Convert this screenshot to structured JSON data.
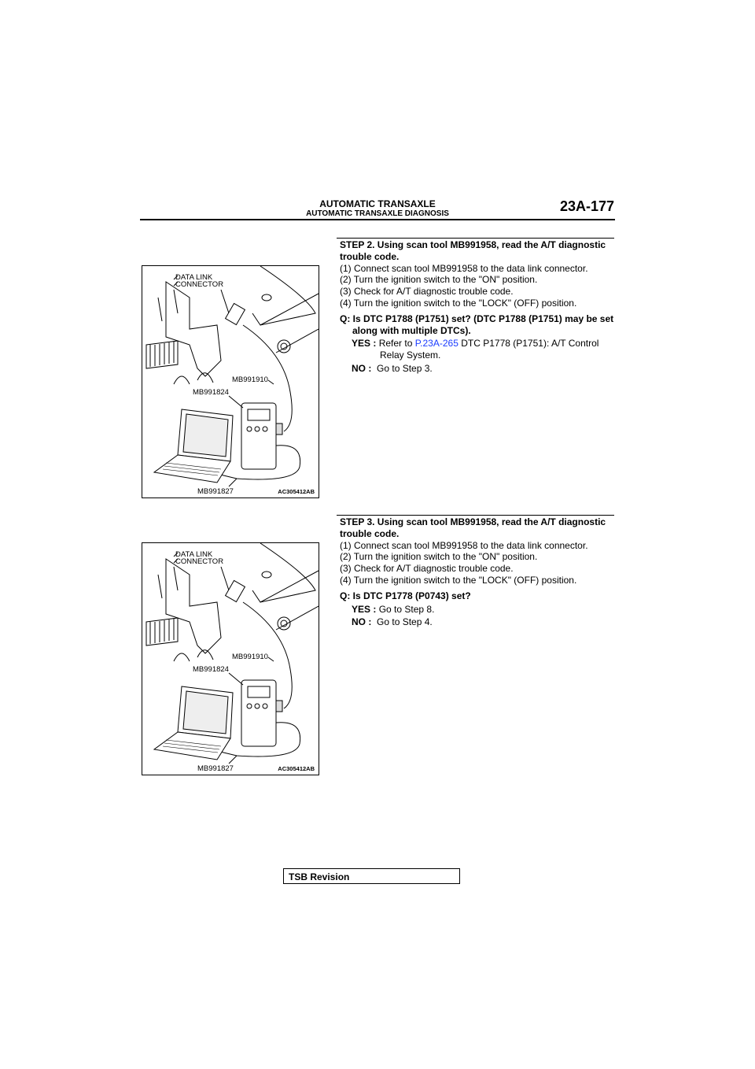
{
  "header": {
    "title": "AUTOMATIC TRANSAXLE",
    "subtitle": "AUTOMATIC TRANSAXLE DIAGNOSIS",
    "page": "23A-177"
  },
  "figures": [
    {
      "label_dlc1": "DATA LINK",
      "label_dlc2": "CONNECTOR",
      "cable": "MB991910",
      "vci": "MB991824",
      "usb": "MB991827",
      "code": "AC305412AB"
    },
    {
      "label_dlc1": "DATA LINK",
      "label_dlc2": "CONNECTOR",
      "cable": "MB991910",
      "vci": "MB991824",
      "usb": "MB991827",
      "code": "AC305412AB"
    }
  ],
  "steps": [
    {
      "title": "STEP 2. Using scan tool MB991958, read the A/T diagnostic trouble code.",
      "items": [
        "(1) Connect scan tool MB991958 to the data link connector.",
        "(2) Turn the ignition switch to the \"ON\" position.",
        "(3) Check for A/T diagnostic trouble code.",
        "(4) Turn the ignition switch to the \"LOCK\" (OFF) position."
      ],
      "question": "Q: Is DTC P1788 (P1751) set? (DTC P1788 (P1751) may be set along with multiple DTCs).",
      "yes_label": "YES :",
      "yes_pre": "Refer to ",
      "yes_link": "P.23A-265",
      "yes_post": " DTC P1778 (P1751): A/T Control Relay System.",
      "no_label": "NO :",
      "no_text": "Go to Step 3."
    },
    {
      "title": "STEP 3. Using scan tool MB991958, read the A/T diagnostic trouble code.",
      "items": [
        "(1) Connect scan tool MB991958 to the data link connector.",
        "(2) Turn the ignition switch to the \"ON\" position.",
        "(3) Check for A/T diagnostic trouble code.",
        "(4) Turn the ignition switch to the \"LOCK\" (OFF) position."
      ],
      "question": "Q: Is DTC P1778 (P0743) set?",
      "yes_label": "YES :",
      "yes_text": "Go to Step 8.",
      "no_label": "NO :",
      "no_text": "Go to Step 4."
    }
  ],
  "footer": {
    "tsb": "TSB Revision"
  }
}
